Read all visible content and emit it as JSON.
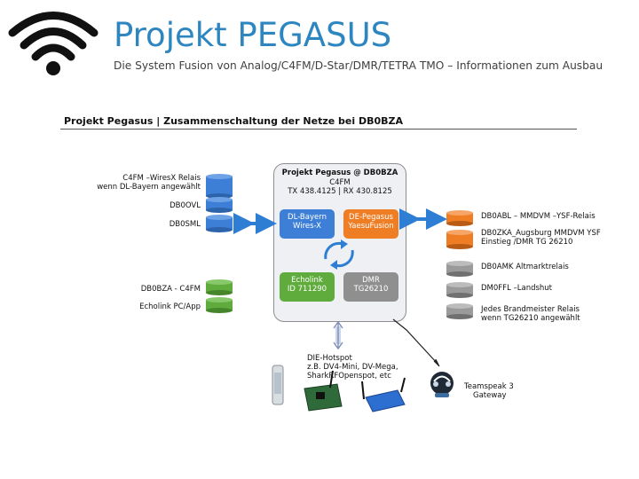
{
  "header": {
    "title": "Projekt PEGASUS",
    "subtitle": "Die System Fusion von Analog/C4FM/D-Star/DMR/TETRA TMO – Informationen zum Ausbau",
    "logo_icon": "wifi-icon"
  },
  "diagram": {
    "heading": "Projekt Pegasus | Zusammenschaltung der Netze bei DB0BZA",
    "center": {
      "title": "Projekt Pegasus @ DB0BZA",
      "mode": "C4FM",
      "freq": "TX 438.4125  |  RX 430.8125",
      "tiles": [
        {
          "line1": "DL-Bayern",
          "line2": "Wires-X",
          "color": "#3d7fd6"
        },
        {
          "line1": "DE-Pegasus",
          "line2": "YaesuFusion",
          "color": "#ef7d24"
        },
        {
          "line1": "Echolink",
          "line2": "ID 711290",
          "color": "#5fac3c"
        },
        {
          "line1": "DMR",
          "line2": "TG26210",
          "color": "#8f8f8f"
        }
      ]
    },
    "left": [
      {
        "line1": "C4FM –WiresX Relais",
        "line2": "wenn DL-Bayern angewählt"
      },
      {
        "line1": "DB0OVL",
        "line2": ""
      },
      {
        "line1": "DB0SML",
        "line2": ""
      },
      {
        "line1": "DB0BZA - C4FM",
        "line2": ""
      },
      {
        "line1": "Echolink PC/App",
        "line2": ""
      }
    ],
    "right": [
      {
        "line1": "DB0ABL – MMDVM –YSF-Relais",
        "line2": ""
      },
      {
        "line1": "DB0ZKA_Augsburg MMDVM YSF",
        "line2": "Einstieg /DMR TG 26210"
      },
      {
        "line1": "DB0AMK Altmarktrelais",
        "line2": ""
      },
      {
        "line1": "DM0FFL –Landshut",
        "line2": ""
      },
      {
        "line1": "Jedes Brandmeister Relais",
        "line2": "wenn TG26210 angewählt"
      }
    ],
    "hotspot": {
      "line1": "DIE-Hotspot",
      "line2": "z.B. DV4-Mini, DV-Mega,",
      "line3": "SharkRFOpenspot, etc"
    },
    "teamspeak": {
      "line1": "Teamspeak 3",
      "line2": "Gateway"
    },
    "colors": {
      "blue": "#3d7fd6",
      "orange": "#ef7d24",
      "green": "#5fac3c",
      "gray": "#9a9a9a"
    }
  }
}
